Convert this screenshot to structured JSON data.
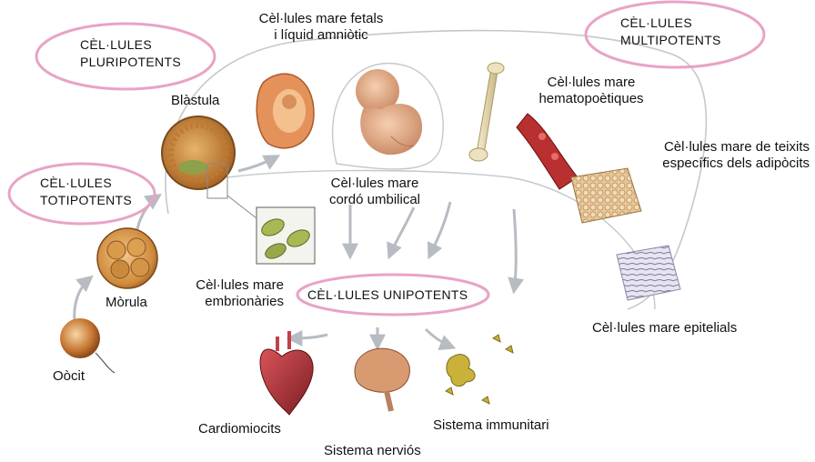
{
  "categories": {
    "pluripotent": "CÈL·LULES\nPLURIPOTENTS",
    "totipotent": "CÈL·LULES\nTOTIPOTENTS",
    "multipotent": "CÈL·LULES\nMULTIPOTENTS",
    "unipotent": "CÈL·LULES UNIPOTENTS"
  },
  "labels": {
    "oocyte": "Oòcit",
    "morula": "Mòrula",
    "blastula": "Blàstula",
    "fetal": "Cèl·lules mare fetals\ni líquid amniòtic",
    "cord": "Cèl·lules mare\ncordó umbilical",
    "embryonic": "Cèl·lules mare\nembrionàries",
    "hematopoietic": "Cèl·lules mare\nhematopoètiques",
    "tissue": "Cèl·lules mare de teixits\nespecífics dels adipòcits",
    "epithelial": "Cèl·lules mare epitelials",
    "cardio": "Cardiomiocits",
    "nervous": "Sistema nerviós",
    "immune": "Sistema immunitari"
  },
  "colors": {
    "ellipse": "#e8a3c6",
    "arrow": "#b7bcc2",
    "loop": "#c4c8cc",
    "cellOrange": "#d9883a",
    "fetusSkin": "#e6b08c",
    "heart": "#b2323a",
    "brain": "#d89a70",
    "bone": "#e8dcb0",
    "vessel": "#b83030",
    "immune": "#c9b13a",
    "embryoGreen": "#8da04a"
  }
}
